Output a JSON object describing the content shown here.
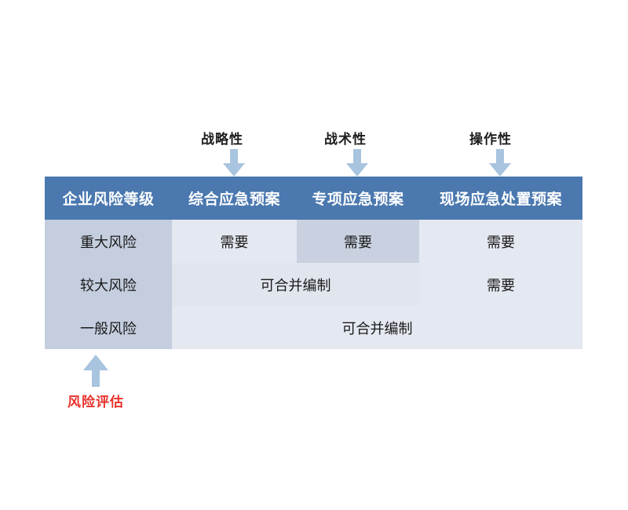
{
  "diagram": {
    "title_text": "",
    "colors": {
      "header_blue": "#4a78af",
      "arrow_blue": "#a8c4de",
      "row_head_fill": "#c4cede",
      "cell_light_fill": "#e4e8f0",
      "cell_accent_fill": "#c9d1e0",
      "highlight_red": "#e8312a",
      "background": "#ffffff"
    },
    "top_annotations": [
      {
        "label": "战略性",
        "icon": "arrow-down-icon",
        "target_column": "综合应急预案"
      },
      {
        "label": "战术性",
        "icon": "arrow-down-icon",
        "target_column": "专项应急预案"
      },
      {
        "label": "操作性",
        "icon": "arrow-down-icon",
        "target_column": "现场应急处置预案"
      }
    ],
    "bottom_annotation": {
      "label": "风险评估",
      "icon": "arrow-up-icon",
      "color": "#e8312a",
      "target_column": "企业风险等级"
    }
  },
  "table": {
    "headers": [
      "企业风险等级",
      "综合应急预案",
      "专项应急预案",
      "现场应急处置预案"
    ],
    "rows": [
      {
        "risk_level": "重大风险",
        "cells": [
          {
            "text": "需要",
            "span": 1,
            "style": "light"
          },
          {
            "text": "需要",
            "span": 1,
            "style": "accent"
          },
          {
            "text": "需要",
            "span": 1,
            "style": "light"
          }
        ]
      },
      {
        "risk_level": "较大风险",
        "cells": [
          {
            "text": "可合并编制",
            "span": 2,
            "style": "merge"
          },
          {
            "text": "需要",
            "span": 1,
            "style": "light"
          }
        ]
      },
      {
        "risk_level": "一般风险",
        "cells": [
          {
            "text": "可合并编制",
            "span": 3,
            "style": "merge-wide"
          }
        ]
      }
    ]
  }
}
